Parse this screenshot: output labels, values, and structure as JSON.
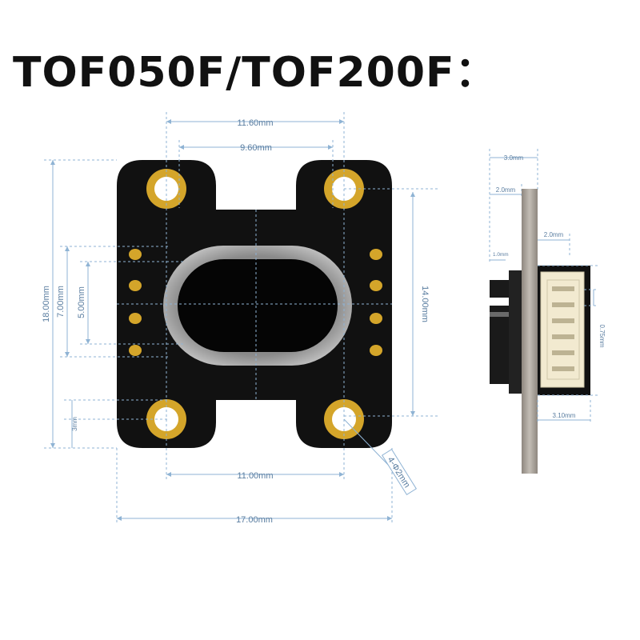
{
  "title": "TOF050F/TOF200F：",
  "front_view": {
    "dims": {
      "hole_pitch_outer": "11.60mm",
      "hole_pitch_inner": "9.60mm",
      "height_total": "18.00mm",
      "pad_span": "7.00mm",
      "pad_inner": "5.00mm",
      "right_height": "14.00mm",
      "bottom_offset": "3mm",
      "bottom_hole_pitch": "11.00mm",
      "width_total": "17.00mm",
      "hole_spec": "4-Φ2mm"
    }
  },
  "side_view": {
    "dims": {
      "thickness_total": "3.0mm",
      "board_offset": "2.0mm",
      "connector_depth": "2.0mm",
      "sensor_protrusion": "1.0mm",
      "connector_width": "3.10mm",
      "pin_pitch": "0.75mm"
    }
  },
  "colors": {
    "pcb": "#111111",
    "gold": "#d4a52a",
    "dimension": "#8fb3d4",
    "silver": "#a8a29a",
    "connector": "#f2ead0"
  }
}
